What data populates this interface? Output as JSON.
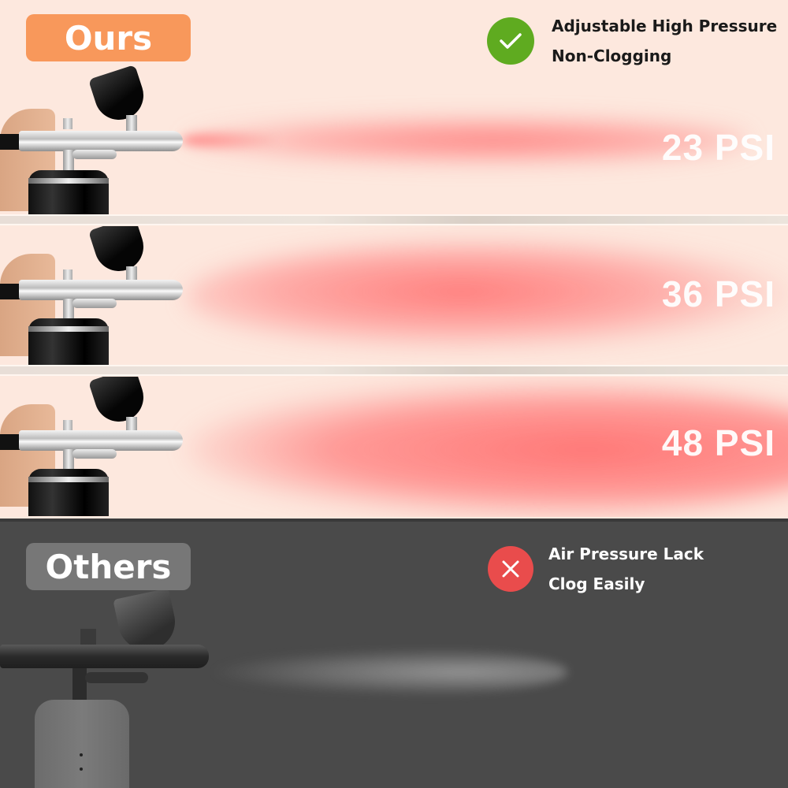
{
  "ours": {
    "badge_label": "Ours",
    "feature_icon": "check-icon",
    "feature_color": "#5fab20",
    "features": [
      "Adjustable High Pressure",
      "Non-Clogging"
    ],
    "badge_color": "#f8985b",
    "panels": [
      {
        "pressure_label": "23 PSI"
      },
      {
        "pressure_label": "36 PSI"
      },
      {
        "pressure_label": "48 PSI"
      }
    ]
  },
  "others": {
    "badge_label": "Others",
    "feature_icon": "cross-icon",
    "feature_color": "#e94c4c",
    "features": [
      "Air Pressure Lack",
      "Clog Easily"
    ],
    "badge_color": "#777777"
  }
}
